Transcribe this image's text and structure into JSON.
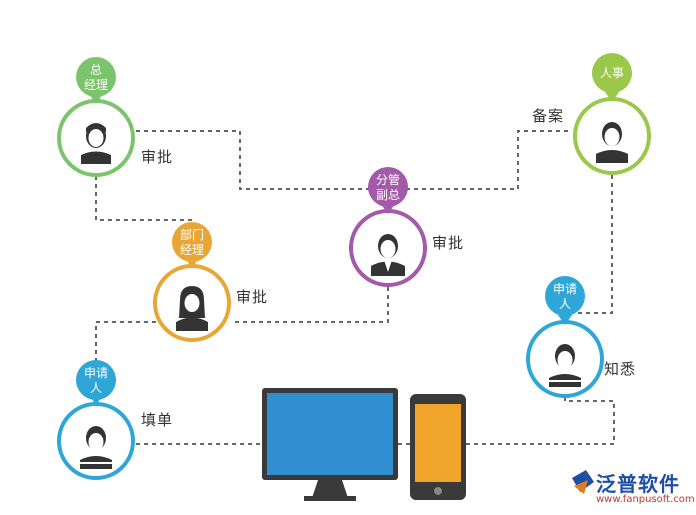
{
  "nodes": [
    {
      "id": "general-manager",
      "role": "总经理",
      "role_lines": [
        "总",
        "经理"
      ],
      "action": "审批",
      "color": "#7cc46b"
    },
    {
      "id": "dept-manager",
      "role": "部门经理",
      "role_lines": [
        "部门",
        "经理"
      ],
      "action": "审批",
      "color": "#e8a636"
    },
    {
      "id": "vice-president",
      "role": "分管副总",
      "role_lines": [
        "分管",
        "副总"
      ],
      "action": "审批",
      "color": "#a35aa8"
    },
    {
      "id": "hr",
      "role": "人事",
      "role_lines": [
        "人事"
      ],
      "action": "备案",
      "color": "#9bc84a"
    },
    {
      "id": "applicant-notify",
      "role": "申请人",
      "role_lines": [
        "申请",
        "人"
      ],
      "action": "知悉",
      "color": "#2fa6d8"
    },
    {
      "id": "applicant-fill",
      "role": "申请人",
      "role_lines": [
        "申请",
        "人"
      ],
      "action": "填单",
      "color": "#2fa6d8"
    }
  ],
  "devices": {
    "monitor_color": "#2f8fd0",
    "phone_color": "#f0a52a"
  },
  "brand": {
    "name": "泛普软件",
    "url": "www.fanpusoft.com"
  }
}
